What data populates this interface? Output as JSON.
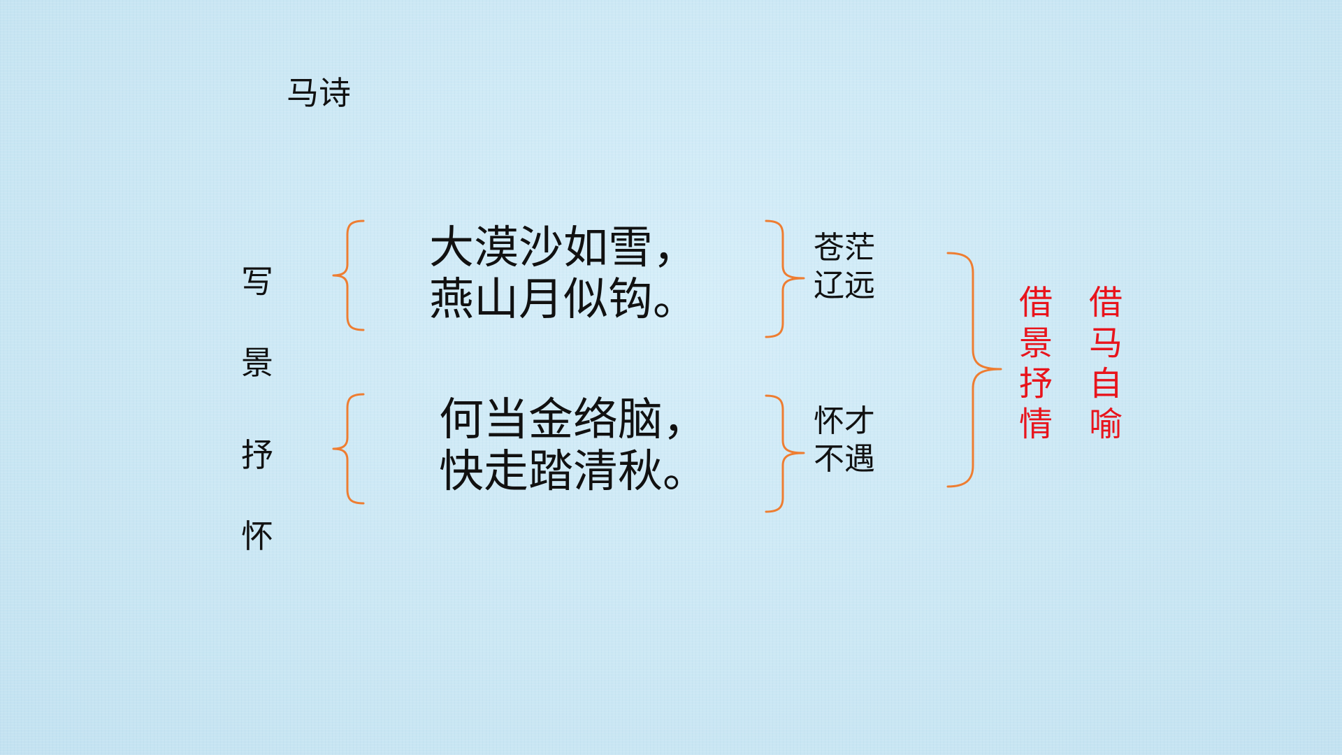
{
  "title": "马诗",
  "sections": [
    {
      "side_label": [
        "写",
        "景"
      ],
      "poem_lines": [
        "大漠沙如雪，",
        "燕山月似钩。"
      ],
      "note_lines": [
        "苍茫",
        "辽远"
      ]
    },
    {
      "side_label": [
        "抒",
        "怀"
      ],
      "poem_lines": [
        "何当金络脑，",
        "快走踏清秋。"
      ],
      "note_lines": [
        "怀才",
        "不遇"
      ]
    }
  ],
  "summary": {
    "col1": [
      "借",
      "景",
      "抒",
      "情"
    ],
    "col2": [
      "借",
      "马",
      "自",
      "喻"
    ]
  },
  "colors": {
    "brace": "#ee7d31",
    "summary_text": "#e8141c",
    "background": "#cfe9f5"
  }
}
